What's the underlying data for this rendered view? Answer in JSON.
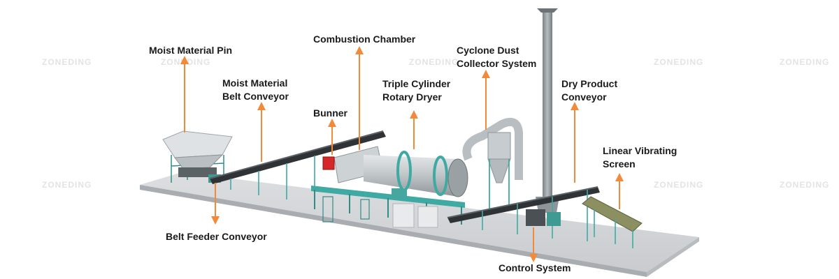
{
  "diagram": {
    "watermark": "ZONEDING",
    "labels": {
      "moist_material_pin": "Moist Material Pin",
      "moist_material_belt_conveyor": [
        "Moist Material",
        "Belt Conveyor"
      ],
      "combustion_chamber": "Combustion Chamber",
      "bunner": "Bunner",
      "triple_cylinder_rotary_dryer": [
        "Triple Cylinder",
        "Rotary Dryer"
      ],
      "cyclone_dust_collector_system": [
        "Cyclone Dust",
        "Collector System"
      ],
      "dry_product_conveyor": [
        "Dry Product",
        "Conveyor"
      ],
      "linear_vibrating_screen": [
        "Linear Vibrating",
        "Screen"
      ],
      "belt_feeder_conveyor": "Belt Feeder Conveyor",
      "control_system": "Control System"
    },
    "colors": {
      "arrow": "#f28a3c",
      "frame": "#3fa9a3",
      "floor": "#d3d5d7",
      "drum": "#b9bec2",
      "burner": "#d62828"
    }
  }
}
